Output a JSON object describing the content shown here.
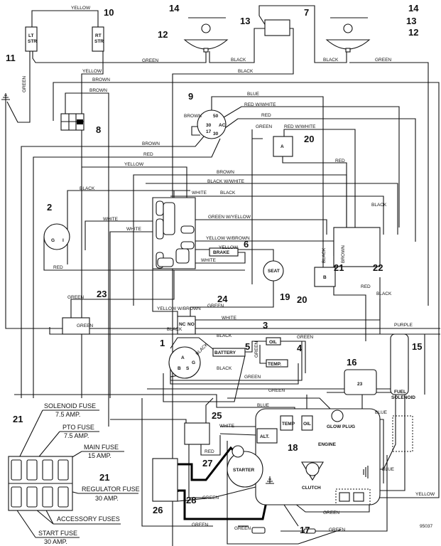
{
  "diagram": {
    "drawing_number": "95037",
    "components": {
      "lt_str": [
        "LT",
        "STR"
      ],
      "rt_str": [
        "RT",
        "STR"
      ],
      "brake": "BRAKE",
      "seat": "SEAT",
      "battery": "BATTERY",
      "oil": "OIL",
      "temp": "TEMP.",
      "fuel_solenoid": [
        "FUEL",
        "SOLENOID"
      ],
      "regulator": "23",
      "alt": "ALT.",
      "engine_temp": "TEMP",
      "engine_oil": "OIL",
      "glow_plug": "GLOW PLUG",
      "engine": "ENGINE",
      "starter": "STARTER",
      "clutch": "CLUTCH",
      "nc": "NC",
      "no": "NO",
      "relay_a": "A",
      "relay_b": "B",
      "switch9_terminals": [
        "50",
        "30",
        "17",
        "AC",
        "30"
      ],
      "switch2_terminals": [
        "G",
        "I"
      ],
      "keyswitch_terminals": [
        "A",
        "B",
        "S",
        "G"
      ]
    },
    "callouts": [
      "1",
      "2",
      "3",
      "4",
      "5",
      "6",
      "7",
      "8",
      "9",
      "10",
      "11",
      "12",
      "12",
      "13",
      "13",
      "14",
      "14",
      "15",
      "16",
      "17",
      "18",
      "19",
      "20",
      "20",
      "21",
      "22",
      "23",
      "24",
      "25",
      "26",
      "27",
      "28",
      "21",
      "21"
    ],
    "wire_labels": [
      "YELLOW",
      "GREEN",
      "BLACK",
      "BLACK",
      "GREEN",
      "YELLOW",
      "BLACK",
      "BROWN",
      "BROWN",
      "GREEN",
      "BLUE",
      "BROWN",
      "RED W/WHITE",
      "RED",
      "GREEN",
      "RED W/WHITE",
      "BROWN",
      "RED",
      "YELLOW",
      "RED",
      "BROWN",
      "BLACK W/WHITE",
      "BLACK",
      "WHITE",
      "BLACK",
      "BLACK",
      "WHITE",
      "GREEN W/YELLOW",
      "WHITE",
      "YELLOW W/BROWN",
      "YELLOW",
      "WHITE",
      "RED",
      "GREEN",
      "GREEN",
      "YELLOW W/BROWN",
      "WHITE",
      "GREEN",
      "RED",
      "BLACK",
      "BLACK",
      "GREEN",
      "GREEN",
      "BLACK",
      "BLACK",
      "BLACK",
      "GREEN",
      "GREEN",
      "PURPLE",
      "BLUE",
      "WHITE",
      "RED",
      "BLUE",
      "BLUE",
      "GREEN",
      "GREEN",
      "GREEN",
      "GREEN",
      "GREEN",
      "YELLOW",
      "BLACK",
      "BROWN",
      "BLUE",
      "BLUE"
    ],
    "fuse_labels": {
      "solenoid": [
        "SOLENOID FUSE",
        "7.5 AMP."
      ],
      "pto": [
        "PTO FUSE",
        "7.5 AMP."
      ],
      "main": [
        "MAIN FUSE",
        "15 AMP."
      ],
      "regulator": [
        "REGULATOR FUSE",
        "30 AMP."
      ],
      "accessory": "ACCESSORY FUSES",
      "start": [
        "START FUSE",
        "30 AMP."
      ]
    }
  }
}
